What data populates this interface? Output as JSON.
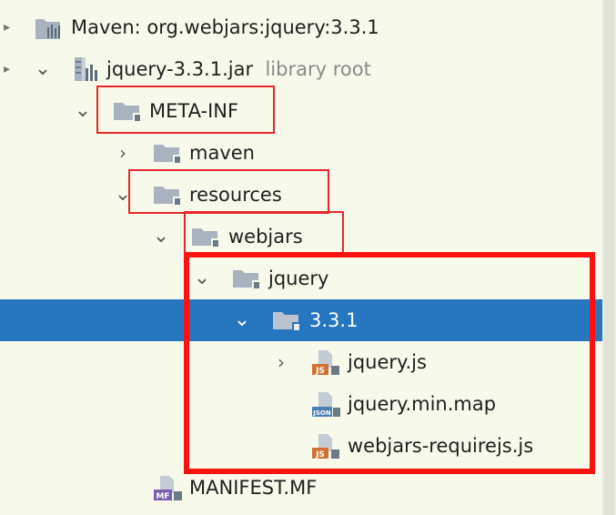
{
  "colors": {
    "background": "#f7f9eb",
    "selection": "#2675bf",
    "annotation": "#e8262a",
    "folder": "#a8b3bf",
    "js_badge": "#d27036",
    "json_badge": "#4a7fb5",
    "mf_badge": "#7a5fae"
  },
  "tree": [
    {
      "id": "maven-lib",
      "label": "Maven: org.webjars:jquery:3.3.1",
      "icon": "maven-library-icon",
      "expanded": false
    },
    {
      "id": "jar",
      "label": "jquery-3.3.1.jar",
      "suffix": "library root",
      "icon": "jar-icon",
      "expanded": true
    },
    {
      "id": "meta-inf",
      "label": "META-INF",
      "icon": "folder-icon",
      "expanded": true
    },
    {
      "id": "maven",
      "label": "maven",
      "icon": "folder-icon",
      "expanded": false
    },
    {
      "id": "resources",
      "label": "resources",
      "icon": "folder-icon",
      "expanded": true
    },
    {
      "id": "webjars",
      "label": "webjars",
      "icon": "folder-icon",
      "expanded": true
    },
    {
      "id": "jquery",
      "label": "jquery",
      "icon": "folder-icon",
      "expanded": true
    },
    {
      "id": "v331",
      "label": "3.3.1",
      "icon": "folder-icon",
      "expanded": true,
      "selected": true
    },
    {
      "id": "jquery-js",
      "label": "jquery.js",
      "icon": "js-file-icon",
      "expanded": false,
      "badge": "JS"
    },
    {
      "id": "jquery-min-map",
      "label": "jquery.min.map",
      "icon": "json-file-icon",
      "badge": "JSON"
    },
    {
      "id": "webjars-requirejs",
      "label": "webjars-requirejs.js",
      "icon": "js-file-icon",
      "badge": "JS"
    },
    {
      "id": "manifest",
      "label": "MANIFEST.MF",
      "icon": "manifest-file-icon",
      "badge": "MF"
    }
  ]
}
